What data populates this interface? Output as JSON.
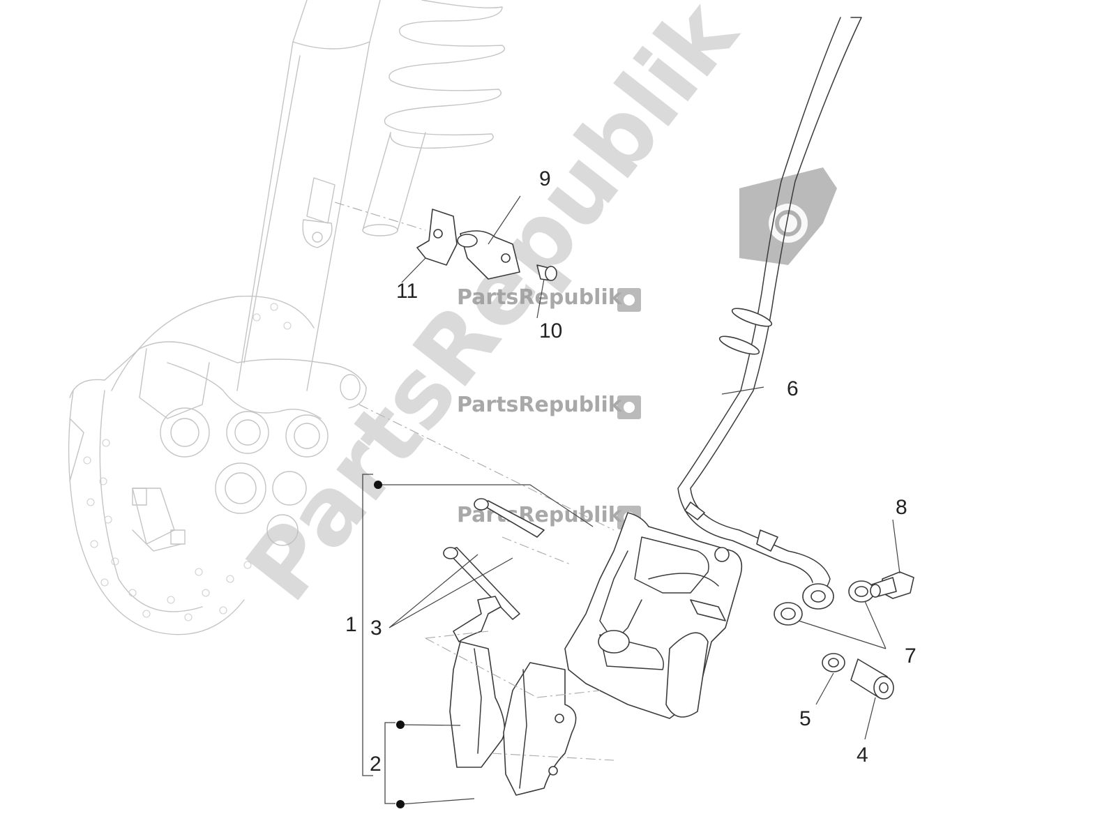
{
  "watermark": {
    "brand": "PartsRepublik",
    "small_marks": [
      "PartsRepublik",
      "PartsRepublik",
      "PartsRepublik"
    ],
    "icon": "gear-icon"
  },
  "callouts": [
    "1",
    "2",
    "3",
    "4",
    "5",
    "6",
    "7",
    "8",
    "9",
    "10",
    "11"
  ],
  "colors": {
    "line": "#3a3a3a",
    "ghost": "#c4c4c4",
    "watermark": "#bdbdbd"
  }
}
